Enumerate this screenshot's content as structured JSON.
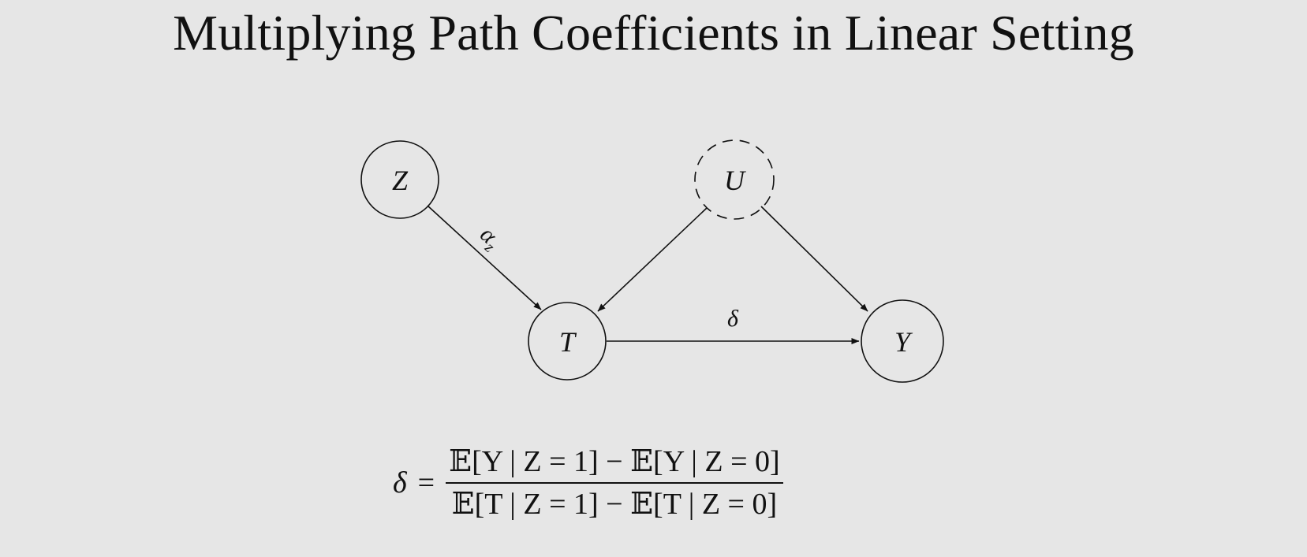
{
  "title": "Multiplying Path Coefficients in Linear Setting",
  "nodes": {
    "z": "Z",
    "u": "U",
    "t": "T",
    "y": "Y"
  },
  "edges": {
    "z_to_t": {
      "symbol": "α",
      "subscript": "z"
    },
    "t_to_y": {
      "symbol": "δ"
    }
  },
  "formula": {
    "lhs": "δ",
    "equals": "=",
    "numerator": "𝔼[Y | Z = 1] − 𝔼[Y | Z = 0]",
    "denominator": "𝔼[T | Z = 1] − 𝔼[T | Z = 0]"
  },
  "colors": {
    "background": "#e6e6e6",
    "ink": "#111111"
  }
}
